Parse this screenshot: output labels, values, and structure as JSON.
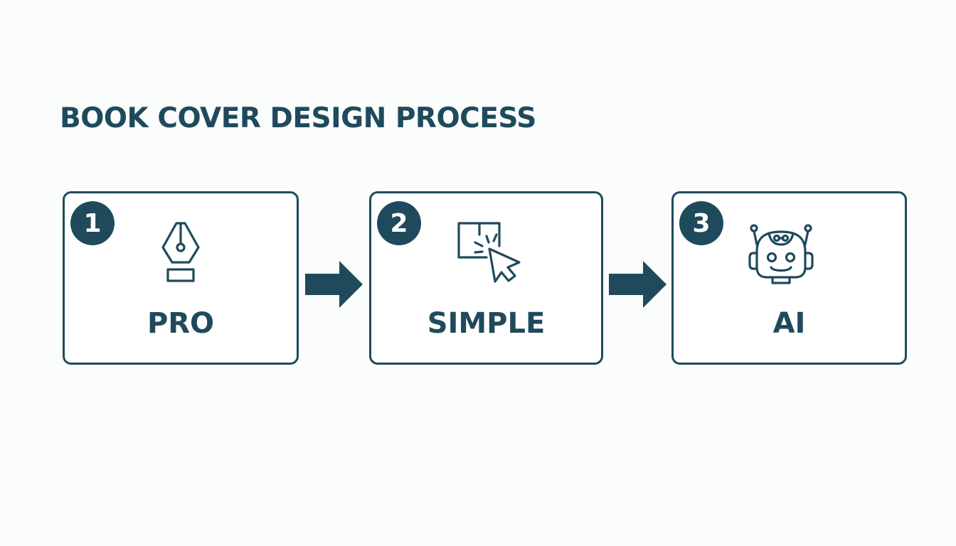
{
  "title": "BOOK COVER DESIGN PROCESS",
  "colors": {
    "primary": "#1f4a5c",
    "background": "#fbfcfc",
    "card": "#ffffff"
  },
  "steps": [
    {
      "number": "1",
      "label": "PRO",
      "icon": "pen-nib-icon"
    },
    {
      "number": "2",
      "label": "SIMPLE",
      "icon": "click-cursor-icon"
    },
    {
      "number": "3",
      "label": "AI",
      "icon": "robot-icon"
    }
  ],
  "connectors": [
    {
      "from": "1",
      "to": "2",
      "icon": "arrow-right-icon"
    },
    {
      "from": "2",
      "to": "3",
      "icon": "arrow-right-icon"
    }
  ]
}
